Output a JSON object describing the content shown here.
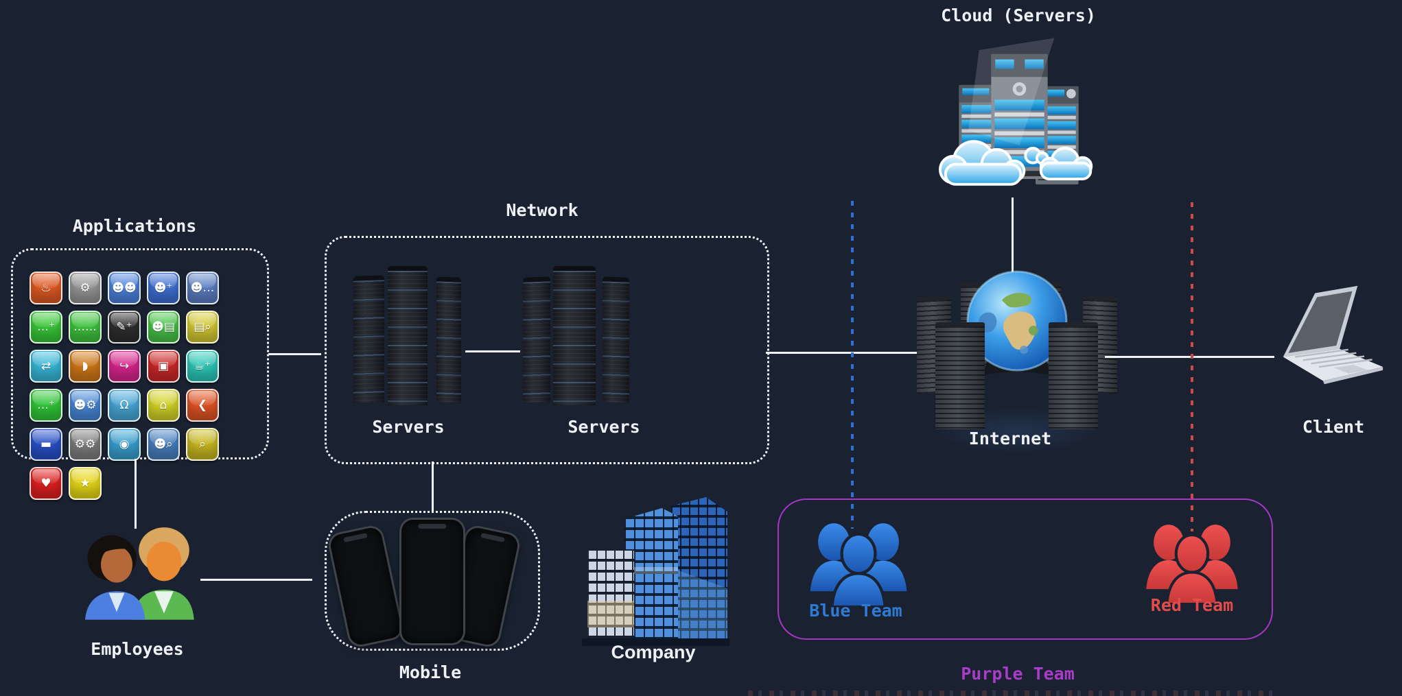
{
  "diagram": {
    "cloud": {
      "label": "Cloud (Servers)"
    },
    "applications": {
      "label": "Applications"
    },
    "network": {
      "label": "Network",
      "server_groups": [
        {
          "label": "Servers"
        },
        {
          "label": "Servers"
        }
      ]
    },
    "internet": {
      "label": "Internet"
    },
    "client": {
      "label": "Client"
    },
    "employees": {
      "label": "Employees"
    },
    "mobile": {
      "label": "Mobile"
    },
    "company": {
      "label": "Company"
    },
    "teams": {
      "blue": {
        "label": "Blue Team",
        "color": "#2e7bd4"
      },
      "red": {
        "label": "Red Team",
        "color": "#e34c4c"
      },
      "purple": {
        "label": "Purple Team",
        "color": "#a93cc9"
      }
    },
    "app_icons": [
      {
        "name": "flame-app-icon",
        "glyph": "♨",
        "color": "#e05a22"
      },
      {
        "name": "settings-app-icon",
        "glyph": "⚙",
        "color": "#969696"
      },
      {
        "name": "users-app-icon",
        "glyph": "☻☻",
        "color": "#4b82dc"
      },
      {
        "name": "add-user-app-icon",
        "glyph": "☻⁺",
        "color": "#3f70d4"
      },
      {
        "name": "user-chat-app-icon",
        "glyph": "☻…",
        "color": "#5b7fc4"
      },
      {
        "name": "chat-add-user-app-icon",
        "glyph": "…⁺",
        "color": "#38c838"
      },
      {
        "name": "chat-app-icon",
        "glyph": "……",
        "color": "#3ec43e"
      },
      {
        "name": "compose-app-icon",
        "glyph": "✎⁺",
        "color": "#2e2e2e"
      },
      {
        "name": "user-card-app-icon",
        "glyph": "☻▤",
        "color": "#46c446"
      },
      {
        "name": "card-search-app-icon",
        "glyph": "▤⌕",
        "color": "#d4c832"
      },
      {
        "name": "refresh-app-icon",
        "glyph": "⇄",
        "color": "#38b8d8"
      },
      {
        "name": "bread-app-icon",
        "glyph": "◗",
        "color": "#d07818"
      },
      {
        "name": "share-app-icon",
        "glyph": "↪",
        "color": "#d8258c"
      },
      {
        "name": "bag-app-icon",
        "glyph": "▣",
        "color": "#cc2828"
      },
      {
        "name": "beer-add-app-icon",
        "glyph": "☕⁺",
        "color": "#2cc8b8"
      },
      {
        "name": "chat-plus-app-icon",
        "glyph": "…⁺",
        "color": "#30c838"
      },
      {
        "name": "users-gear-app-icon",
        "glyph": "☻⚙",
        "color": "#4888d8"
      },
      {
        "name": "bell-app-icon",
        "glyph": "Ω",
        "color": "#48a8d8"
      },
      {
        "name": "home-app-icon",
        "glyph": "⌂",
        "color": "#d4d428"
      },
      {
        "name": "back-app-icon",
        "glyph": "❮",
        "color": "#e05424"
      },
      {
        "name": "car-app-icon",
        "glyph": "▬",
        "color": "#2850c8"
      },
      {
        "name": "gears-app-icon",
        "glyph": "⚙⚙",
        "color": "#7e7e7e"
      },
      {
        "name": "eye-app-icon",
        "glyph": "◉",
        "color": "#38a0d0"
      },
      {
        "name": "user-search-app-icon",
        "glyph": "☻⌕",
        "color": "#4880c0"
      },
      {
        "name": "search-app-icon",
        "glyph": "⌕",
        "color": "#c8b820"
      },
      {
        "name": "heart-app-icon",
        "glyph": "♥",
        "color": "#e02020"
      },
      {
        "name": "star-app-icon",
        "glyph": "★",
        "color": "#e8d818"
      }
    ]
  },
  "colors": {
    "background": "#1a2231",
    "connector": "#eef2f6",
    "blue_dash": "#2f6fd8",
    "red_dash": "#d04848",
    "purple_border": "#a636c8"
  }
}
